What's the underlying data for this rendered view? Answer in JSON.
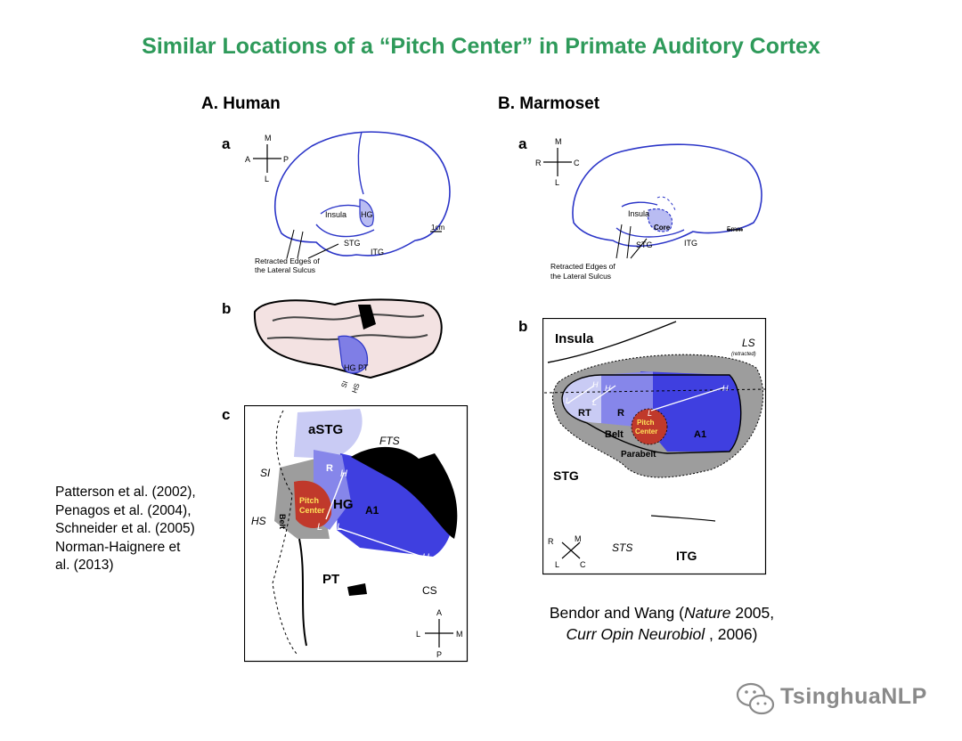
{
  "title": "Similar Locations of a “Pitch Center” in Primate Auditory Cortex",
  "human": {
    "heading": "A. Human",
    "panel_a": {
      "label": "a",
      "compass": {
        "top": "M",
        "left": "A",
        "right": "P",
        "bottom": "L"
      },
      "insula": "Insula",
      "hg": "HG",
      "stg": "STG",
      "itg": "ITG",
      "scale": "1cm",
      "caption_line1": "Retracted Edges of",
      "caption_line2": "the Lateral Sulcus"
    },
    "panel_b": {
      "label": "b",
      "hg": "HG",
      "pt": "PT",
      "si": "SI",
      "hs": "HS"
    },
    "panel_c": {
      "label": "c",
      "astg": "aSTG",
      "fts": "FTS",
      "si": "SI",
      "r": "R",
      "h1": "H",
      "hg": "HG",
      "belt": "Belt",
      "pitch1": "Pitch",
      "pitch2": "Center",
      "a1": "A1",
      "hs": "HS",
      "l1": "L",
      "l2": "L",
      "h2": "H",
      "pt": "PT",
      "cs": "CS",
      "compass": {
        "top": "A",
        "left": "L",
        "right": "M",
        "bottom": "P"
      }
    }
  },
  "marmoset": {
    "heading": "B. Marmoset",
    "panel_a": {
      "label": "a",
      "compass": {
        "top": "M",
        "left": "R",
        "right": "C",
        "bottom": "L"
      },
      "insula": "Insula",
      "core": "Core",
      "stg": "STG",
      "itg": "ITG",
      "scale": "5mm",
      "caption_line1": "Retracted Edges of",
      "caption_line2": "the Lateral Sulcus"
    },
    "panel_b": {
      "label": "b",
      "insula": "Insula",
      "ls": "LS",
      "ls_note": "(retracted)",
      "rt": "RT",
      "r": "R",
      "pitch1": "Pitch",
      "pitch2": "Center",
      "a1": "A1",
      "belt": "Belt",
      "parabelt": "Parabelt",
      "stg": "STG",
      "sts": "STS",
      "itg": "ITG",
      "l1": "L",
      "l2": "L",
      "l3": "L",
      "h1": "H",
      "h2": "H",
      "h3": "H",
      "compass": {
        "m": "M",
        "r": "R",
        "l": "L",
        "c": "C"
      }
    }
  },
  "references": [
    "Patterson et al. (2002),",
    "Penagos et al. (2004),",
    "Schneider et al. (2005)",
    "Norman-Haignere et",
    "al. (2013)"
  ],
  "citation": {
    "line1_pre": "Bendor and Wang (",
    "line1_journal": "Nature",
    "line1_post": " 2005,",
    "line2_journal": "Curr Opin Neurobiol",
    "line2_post": " , 2006)"
  },
  "watermark": "TsinghuaNLP",
  "colors": {
    "title": "#2e9a5a",
    "outline": "#2b35c8",
    "blue_dark": "#3a3ae0",
    "blue_light": "#b9bcf2",
    "pitch": "#c0392b"
  }
}
